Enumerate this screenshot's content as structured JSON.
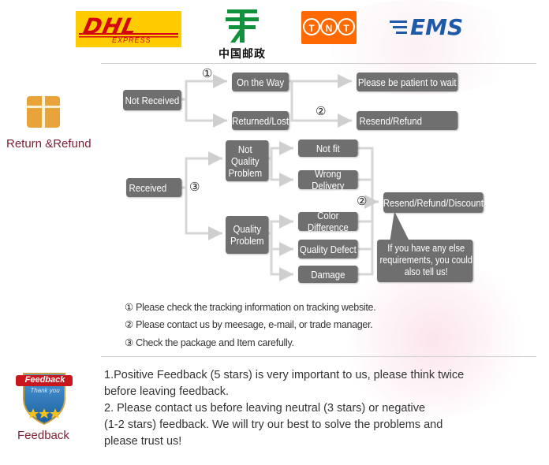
{
  "carriers": {
    "dhl": {
      "word": "DHL",
      "sub": "EXPRESS"
    },
    "china_post": {
      "name": "中国邮政"
    },
    "tnt": {
      "letters": [
        "T",
        "N",
        "T"
      ]
    },
    "ems": {
      "word": "EMS"
    }
  },
  "return_refund": {
    "section_label": "Return &Refund",
    "not_received": "Not Received",
    "step1": "①",
    "on_the_way": "On the Way",
    "patient": "Please be patient to wait",
    "returned_lost": "Returned/Lost",
    "step2a": "②",
    "resend_refund": "Resend/Refund",
    "received": "Received",
    "step3": "③",
    "not_quality_problem": "Not\nQuality\nProblem",
    "not_fit": "Not fit",
    "wrong_delivery": "Wrong Delivery",
    "quality_problem": "Quality\nProblem",
    "color_difference": "Color Difference",
    "quality_defect": "Quality Defect",
    "damage": "Damage",
    "step2b": "②",
    "resend_refund_discount": "Resend/Refund/Discount",
    "bubble": "If you have any else\nrequirements, you could\nalso tell us!"
  },
  "notes": [
    {
      "num": "①",
      "text": "Please check the tracking information on tracking website."
    },
    {
      "num": "②",
      "text": "Please contact us by meesage, e-mail, or trade manager."
    },
    {
      "num": "③",
      "text": "Check the package and Item carefully."
    }
  ],
  "feedback": {
    "badge_title": "Feedback",
    "badge_sub": "Thank you",
    "section_label": "Feedback",
    "lines": [
      "1.Positive Feedback (5 stars) is very important to us, please think twice",
      " before leaving feedback.",
      "2. Please contact us before leaving neutral (3 stars) or negative",
      "(1-2 stars) feedback. We will try our best to solve the problems and",
      " please trust us!"
    ]
  },
  "colors": {
    "box": "#6f6f6f",
    "label": "#7a1f33",
    "dhl_yellow": "#ffcc00",
    "dhl_red": "#d40511",
    "tnt_orange": "#ff6a00",
    "ems_blue": "#1f5aa8",
    "post_green": "#11913b"
  }
}
